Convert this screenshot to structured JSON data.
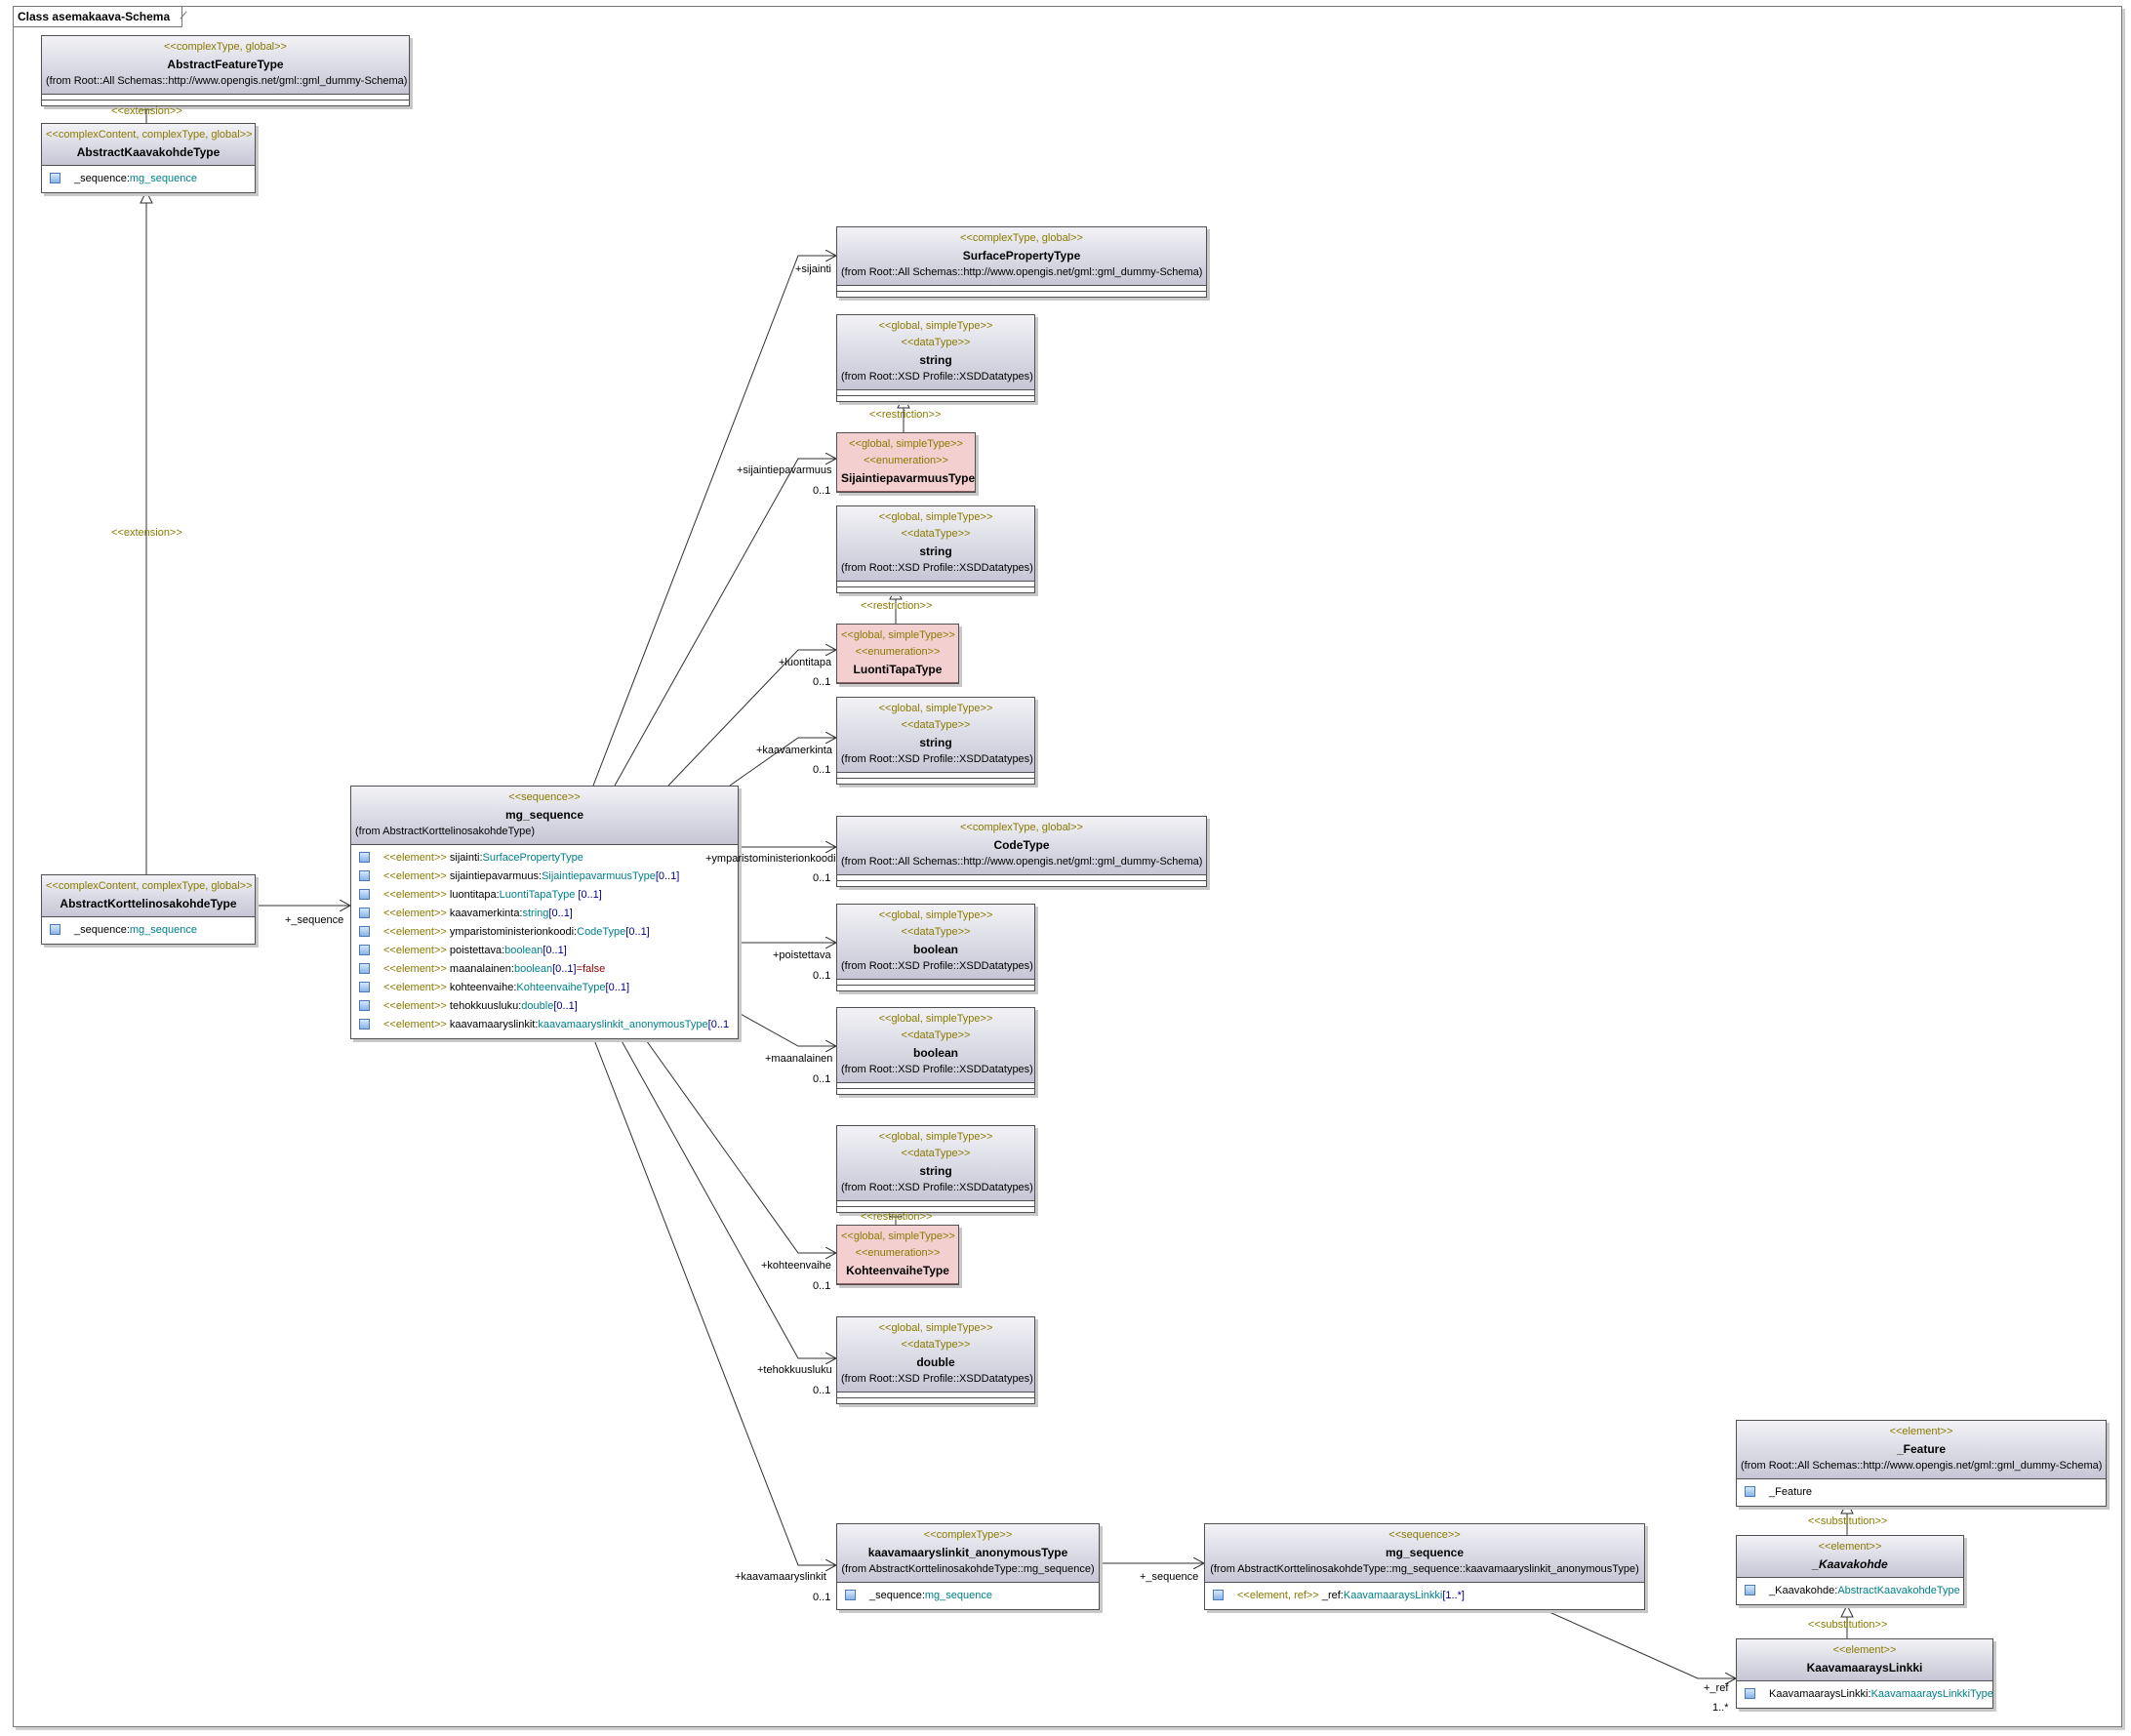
{
  "frame_title": "Class asemakaava-Schema",
  "classes": {
    "abstract_feature_type": {
      "stereotype": "<<complexType, global>>",
      "name": "AbstractFeatureType",
      "from": "(from Root::All Schemas::http://www.opengis.net/gml::gml_dummy-Schema)"
    },
    "abstract_kaavakohde_type": {
      "stereotype": "<<complexContent, complexType, global>>",
      "name": "AbstractKaavakohdeType",
      "attr_name": "_sequence:",
      "attr_type": "mg_sequence"
    },
    "abstract_korttelinosakohde_type": {
      "stereotype": "<<complexContent, complexType, global>>",
      "name": "AbstractKorttelinosakohdeType",
      "attr_name": "_sequence:",
      "attr_type": "mg_sequence"
    },
    "mg_sequence": {
      "stereotype": "<<sequence>>",
      "name": "mg_sequence",
      "from": "(from AbstractKorttelinosakohdeType)",
      "attrs": [
        {
          "st": "<<element>>",
          "name": " sijainti:",
          "type": "SurfacePropertyType",
          "mult": "",
          "def": ""
        },
        {
          "st": "<<element>>",
          "name": " sijaintiepavarmuus:",
          "type": "SijaintiepavarmuusType",
          "mult": "[0..1]",
          "def": ""
        },
        {
          "st": "<<element>>",
          "name": " luontitapa:",
          "type": "LuontiTapaType",
          "mult": " [0..1]",
          "def": ""
        },
        {
          "st": "<<element>>",
          "name": " kaavamerkinta:",
          "type": "string",
          "mult": "[0..1]",
          "def": ""
        },
        {
          "st": "<<element>>",
          "name": " ymparistoministerionkoodi:",
          "type": "CodeType",
          "mult": "[0..1]",
          "def": ""
        },
        {
          "st": "<<element>>",
          "name": " poistettava:",
          "type": "boolean",
          "mult": "[0..1]",
          "def": ""
        },
        {
          "st": "<<element>>",
          "name": " maanalainen:",
          "type": "boolean",
          "mult": "[0..1]",
          "def": "=false"
        },
        {
          "st": "<<element>>",
          "name": " kohteenvaihe:",
          "type": "KohteenvaiheType",
          "mult": "[0..1]",
          "def": ""
        },
        {
          "st": "<<element>>",
          "name": " tehokkuusluku:",
          "type": "double",
          "mult": "[0..1]",
          "def": ""
        },
        {
          "st": "<<element>>",
          "name": " kaavamaaryslinkit:",
          "type": "kaavamaaryslinkit_anonymousType",
          "mult": "[0..1",
          "def": ""
        }
      ]
    },
    "surface_property_type": {
      "stereotype": "<<complexType, global>>",
      "name": "SurfacePropertyType",
      "from": "(from Root::All Schemas::http://www.opengis.net/gml::gml_dummy-Schema)"
    },
    "string_1": {
      "stereotype1": "<<global, simpleType>>",
      "stereotype2": "<<dataType>>",
      "name": "string",
      "from": "(from Root::XSD Profile::XSDDatatypes)"
    },
    "sijaintiepavarmuus_type": {
      "stereotype1": "<<global, simpleType>>",
      "stereotype2": "<<enumeration>>",
      "name": "SijaintiepavarmuusType"
    },
    "string_2": {
      "stereotype1": "<<global, simpleType>>",
      "stereotype2": "<<dataType>>",
      "name": "string",
      "from": "(from Root::XSD Profile::XSDDatatypes)"
    },
    "luontitapa_type": {
      "stereotype1": "<<global, simpleType>>",
      "stereotype2": "<<enumeration>>",
      "name": "LuontiTapaType"
    },
    "string_3": {
      "stereotype1": "<<global, simpleType>>",
      "stereotype2": "<<dataType>>",
      "name": "string",
      "from": "(from Root::XSD Profile::XSDDatatypes)"
    },
    "code_type": {
      "stereotype": "<<complexType, global>>",
      "name": "CodeType",
      "from": "(from Root::All Schemas::http://www.opengis.net/gml::gml_dummy-Schema)"
    },
    "boolean_1": {
      "stereotype1": "<<global, simpleType>>",
      "stereotype2": "<<dataType>>",
      "name": "boolean",
      "from": "(from Root::XSD Profile::XSDDatatypes)"
    },
    "boolean_2": {
      "stereotype1": "<<global, simpleType>>",
      "stereotype2": "<<dataType>>",
      "name": "boolean",
      "from": "(from Root::XSD Profile::XSDDatatypes)"
    },
    "string_4": {
      "stereotype1": "<<global, simpleType>>",
      "stereotype2": "<<dataType>>",
      "name": "string",
      "from": "(from Root::XSD Profile::XSDDatatypes)"
    },
    "kohteenvaihe_type": {
      "stereotype1": "<<global, simpleType>>",
      "stereotype2": "<<enumeration>>",
      "name": "KohteenvaiheType"
    },
    "double_1": {
      "stereotype1": "<<global, simpleType>>",
      "stereotype2": "<<dataType>>",
      "name": "double",
      "from": "(from Root::XSD Profile::XSDDatatypes)"
    },
    "kaavamaaryslinkit_anonymous_type": {
      "stereotype": "<<complexType>>",
      "name": "kaavamaaryslinkit_anonymousType",
      "from": "(from AbstractKorttelinosakohdeType::mg_sequence)",
      "attr_name": "_sequence:",
      "attr_type": "mg_sequence"
    },
    "mg_sequence_2": {
      "stereotype": "<<sequence>>",
      "name": "mg_sequence",
      "from": "(from AbstractKorttelinosakohdeType::mg_sequence::kaavamaaryslinkit_anonymousType)",
      "attr_st": "<<element, ref>>",
      "attr_name": " _ref:",
      "attr_type": "KaavamaaraysLinkki",
      "attr_mult": "[1..*]"
    },
    "feature": {
      "stereotype": "<<element>>",
      "name": "_Feature",
      "from": "(from Root::All Schemas::http://www.opengis.net/gml::gml_dummy-Schema)",
      "attr_name": "_Feature"
    },
    "kaavakohde": {
      "stereotype": "<<element>>",
      "name": "_Kaavakohde",
      "attr_name": "_Kaavakohde:",
      "attr_type": "AbstractKaavakohdeType"
    },
    "kaavamaarays_linkki": {
      "stereotype": "<<element>>",
      "name": "KaavamaaraysLinkki",
      "attr_name": "KaavamaaraysLinkki:",
      "attr_type": "KaavamaaraysLinkkiType"
    }
  },
  "labels": {
    "extension_1": "<<extension>>",
    "extension_2": "<<extension>>",
    "restriction_1": "<<restriction>>",
    "restriction_2": "<<restriction>>",
    "restriction_3": "<<restriction>>",
    "substitution_1": "<<substitution>>",
    "substitution_2": "<<substitution>>",
    "role_sequence": "+_sequence",
    "role_sijainti": "+sijainti",
    "role_sijaintiepavarmuus": "+sijaintiepavarmuus",
    "mult_sijaintiepavarmuus": "0..1",
    "role_luontitapa": "+luontitapa",
    "mult_luontitapa": "0..1",
    "role_kaavamerkinta": "+kaavamerkinta",
    "mult_kaavamerkinta": "0..1",
    "role_ymparisto": "+ymparistoministerionkoodi",
    "mult_ymparisto": "0..1",
    "role_poistettava": "+poistettava",
    "mult_poistettava": "0..1",
    "role_maanalainen": "+maanalainen",
    "mult_maanalainen": "0..1",
    "role_kohteenvaihe": "+kohteenvaihe",
    "mult_kohteenvaihe": "0..1",
    "role_tehokkuusluku": "+tehokkuusluku",
    "mult_tehokkuusluku": "0..1",
    "role_kaavamaaryslinkit": "+kaavamaaryslinkit",
    "mult_kaavamaaryslinkit": "0..1",
    "role_sequence_2": "+_sequence",
    "role_ref": "+_ref",
    "mult_ref": "1..*"
  }
}
